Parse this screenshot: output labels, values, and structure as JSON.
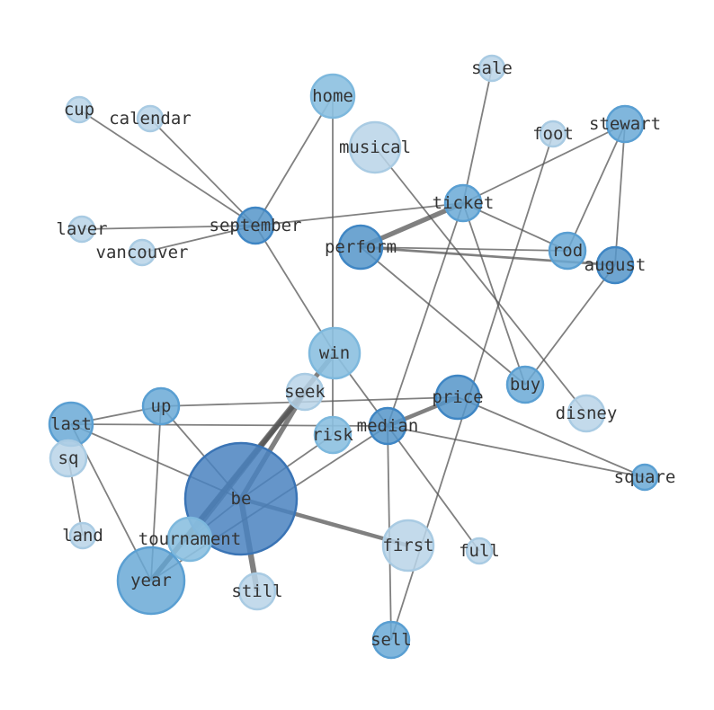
{
  "nodes": [
    {
      "id": "sale",
      "label": "sale",
      "shade": 1
    },
    {
      "id": "cup",
      "label": "cup",
      "shade": 1
    },
    {
      "id": "calendar",
      "label": "calendar",
      "shade": 1
    },
    {
      "id": "home",
      "label": "home",
      "shade": 2
    },
    {
      "id": "musical",
      "label": "musical",
      "shade": 1
    },
    {
      "id": "foot",
      "label": "foot",
      "shade": 1
    },
    {
      "id": "stewart",
      "label": "stewart",
      "shade": 3
    },
    {
      "id": "ticket",
      "label": "ticket",
      "shade": 3
    },
    {
      "id": "laver",
      "label": "laver",
      "shade": 1
    },
    {
      "id": "september",
      "label": "september",
      "shade": 4
    },
    {
      "id": "vancouver",
      "label": "vancouver",
      "shade": 1
    },
    {
      "id": "perform",
      "label": "perform",
      "shade": 4
    },
    {
      "id": "rod",
      "label": "rod",
      "shade": 3
    },
    {
      "id": "august",
      "label": "august",
      "shade": 4
    },
    {
      "id": "win",
      "label": "win",
      "shade": 2
    },
    {
      "id": "buy",
      "label": "buy",
      "shade": 3
    },
    {
      "id": "seek",
      "label": "seek",
      "shade": 1
    },
    {
      "id": "up",
      "label": "up",
      "shade": 3
    },
    {
      "id": "price",
      "label": "price",
      "shade": 4
    },
    {
      "id": "disney",
      "label": "disney",
      "shade": 1
    },
    {
      "id": "last",
      "label": "last",
      "shade": 3
    },
    {
      "id": "median",
      "label": "median",
      "shade": 4
    },
    {
      "id": "risk",
      "label": "risk",
      "shade": 2
    },
    {
      "id": "sq",
      "label": "sq",
      "shade": 1
    },
    {
      "id": "square",
      "label": "square",
      "shade": 3
    },
    {
      "id": "be",
      "label": "be",
      "shade": 5
    },
    {
      "id": "land",
      "label": "land",
      "shade": 1
    },
    {
      "id": "tournament",
      "label": "tournament",
      "shade": 2
    },
    {
      "id": "first",
      "label": "first",
      "shade": 1
    },
    {
      "id": "full",
      "label": "full",
      "shade": 1
    },
    {
      "id": "year",
      "label": "year",
      "shade": 3
    },
    {
      "id": "still",
      "label": "still",
      "shade": 1
    },
    {
      "id": "sell",
      "label": "sell",
      "shade": 3
    }
  ],
  "edges": [
    [
      "cup",
      "september",
      1
    ],
    [
      "calendar",
      "september",
      1
    ],
    [
      "laver",
      "september",
      1
    ],
    [
      "vancouver",
      "september",
      1
    ],
    [
      "home",
      "september",
      1
    ],
    [
      "september",
      "ticket",
      1
    ],
    [
      "september",
      "win",
      1
    ],
    [
      "home",
      "risk",
      1
    ],
    [
      "sale",
      "ticket",
      1
    ],
    [
      "ticket",
      "perform",
      3
    ],
    [
      "ticket",
      "rod",
      1
    ],
    [
      "ticket",
      "stewart",
      1
    ],
    [
      "ticket",
      "buy",
      1
    ],
    [
      "ticket",
      "median",
      1
    ],
    [
      "stewart",
      "rod",
      1
    ],
    [
      "stewart",
      "august",
      1
    ],
    [
      "foot",
      "sell",
      1
    ],
    [
      "perform",
      "rod",
      1
    ],
    [
      "perform",
      "august",
      1.5
    ],
    [
      "perform",
      "buy",
      1
    ],
    [
      "musical",
      "disney",
      1
    ],
    [
      "august",
      "buy",
      1
    ],
    [
      "win",
      "full",
      1
    ],
    [
      "up",
      "price",
      1
    ],
    [
      "up",
      "last",
      1
    ],
    [
      "up",
      "be",
      1
    ],
    [
      "up",
      "year",
      1
    ],
    [
      "last",
      "median",
      1
    ],
    [
      "last",
      "be",
      1
    ],
    [
      "last",
      "year",
      1
    ],
    [
      "sq",
      "land",
      1
    ],
    [
      "seek",
      "year",
      3
    ],
    [
      "win",
      "year",
      3
    ],
    [
      "seek",
      "tournament",
      2
    ],
    [
      "risk",
      "be",
      1
    ],
    [
      "median",
      "year",
      1
    ],
    [
      "median",
      "price",
      2.5
    ],
    [
      "median",
      "square",
      1
    ],
    [
      "median",
      "sell",
      1
    ],
    [
      "price",
      "square",
      1
    ],
    [
      "be",
      "first",
      2.5
    ],
    [
      "be",
      "still",
      3.5
    ],
    [
      "be",
      "tournament",
      1
    ],
    [
      "be",
      "seek",
      3
    ]
  ],
  "colors": {
    "shade1": "#b8d4e8",
    "shade2": "#8cc0e0",
    "shade3": "#6aa9d6",
    "shade4": "#5595c9",
    "shade5": "#4a82bf"
  }
}
